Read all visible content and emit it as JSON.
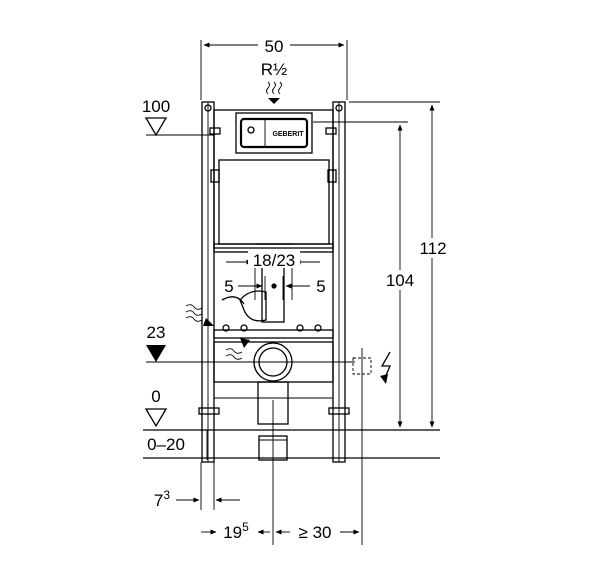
{
  "dimensions": {
    "width_top": "50",
    "thread": "R½",
    "level_100": "100",
    "level_23": "23",
    "level_0": "0",
    "floor_range": "0–20",
    "height_112": "112",
    "height_104": "104",
    "spacing_18_23": "18/23",
    "offset_left_5": "5",
    "offset_right_5": "5",
    "bottom_7": "7",
    "bottom_7_sup": "3",
    "bottom_19": "19",
    "bottom_19_sup": "5",
    "bottom_30": "≥ 30"
  },
  "brand": "GEBERIT",
  "icons": {
    "water_supply": "water-wave-icon",
    "electric": "lightning-icon",
    "socket": "electrical-box-icon"
  }
}
